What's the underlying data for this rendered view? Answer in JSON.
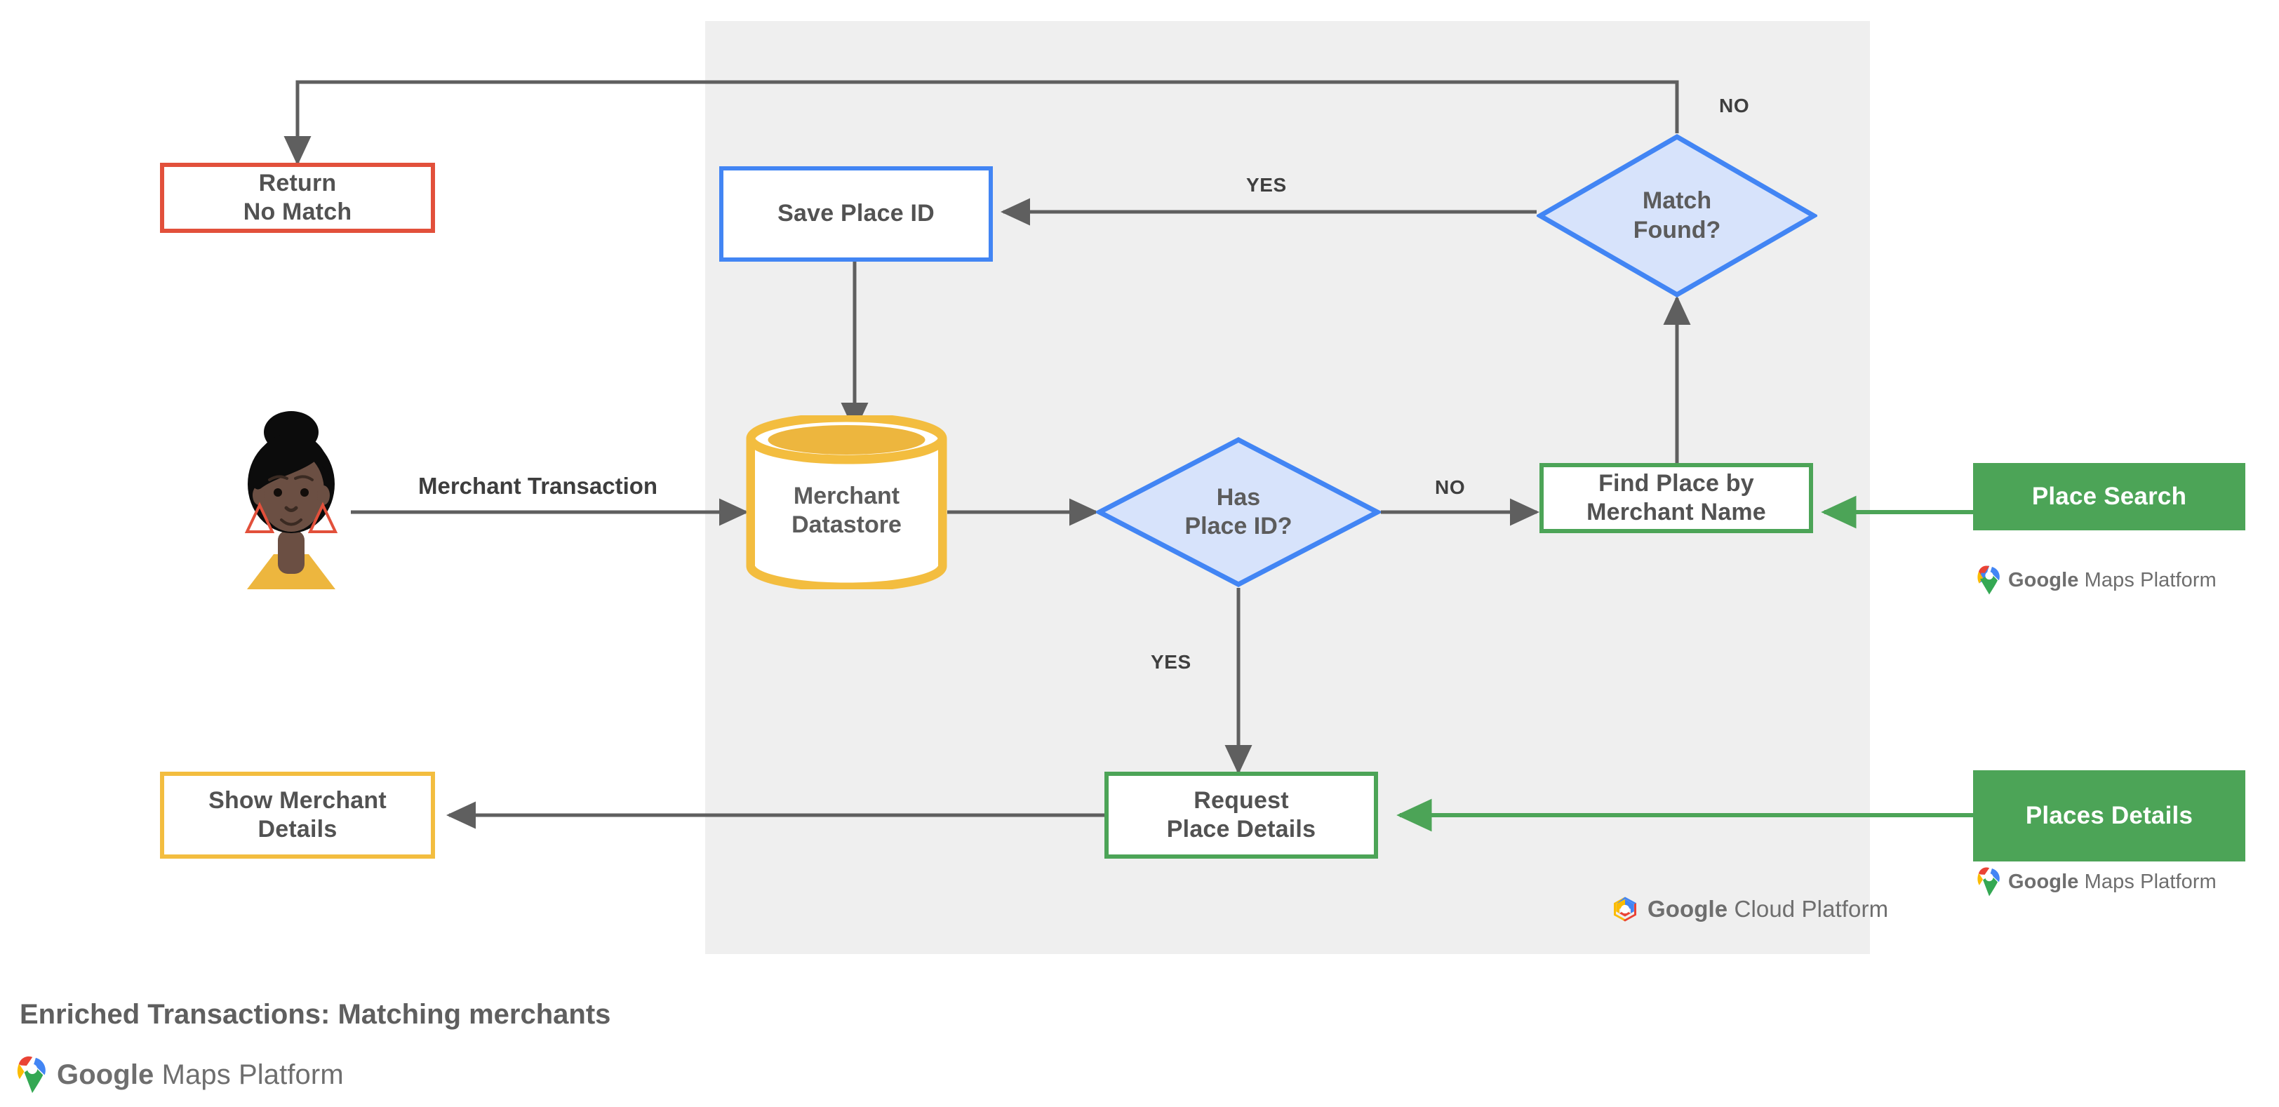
{
  "diagram": {
    "caption": "Enriched Transactions: Matching merchants",
    "platform_panel_logo": "Google Cloud Platform",
    "maps_logo_text": "Google Maps Platform"
  },
  "nodes": {
    "return_no_match": {
      "label": "Return\nNo Match",
      "shape": "box",
      "color": "#E2503B"
    },
    "save_place_id": {
      "label": "Save Place ID",
      "shape": "box",
      "color": "#4285F4"
    },
    "match_found": {
      "label": "Match\nFound?",
      "shape": "diamond",
      "color": "#4285F4"
    },
    "merchant_datastore": {
      "label": "Merchant\nDatastore",
      "shape": "cylinder",
      "color": "#F3BD3F"
    },
    "has_place_id": {
      "label": "Has\nPlace ID?",
      "shape": "diamond",
      "color": "#4285F4"
    },
    "find_place": {
      "label": "Find Place by\nMerchant Name",
      "shape": "box",
      "color": "#4CA457"
    },
    "request_place_details": {
      "label": "Request\nPlace Details",
      "shape": "box",
      "color": "#4CA457"
    },
    "show_merchant_details": {
      "label": "Show Merchant\nDetails",
      "shape": "box",
      "color": "#F3BD3F"
    },
    "place_search": {
      "label": "Place Search",
      "shape": "button",
      "color": "#4CA457"
    },
    "places_details": {
      "label": "Places Details",
      "shape": "button",
      "color": "#4CA457"
    },
    "user_avatar": {
      "label": "user-avatar"
    }
  },
  "edges": {
    "merchant_transaction": "Merchant Transaction",
    "has_place_id_no": "NO",
    "has_place_id_yes": "YES",
    "match_found_yes": "YES",
    "match_found_no": "NO"
  },
  "colors": {
    "panel_bg": "#efefef",
    "wire": "#5f5f5f",
    "green": "#4CA457",
    "blue": "#4285F4",
    "blue_fill": "#D7E3FB",
    "amber": "#F3BD3F",
    "red": "#E2503B"
  }
}
